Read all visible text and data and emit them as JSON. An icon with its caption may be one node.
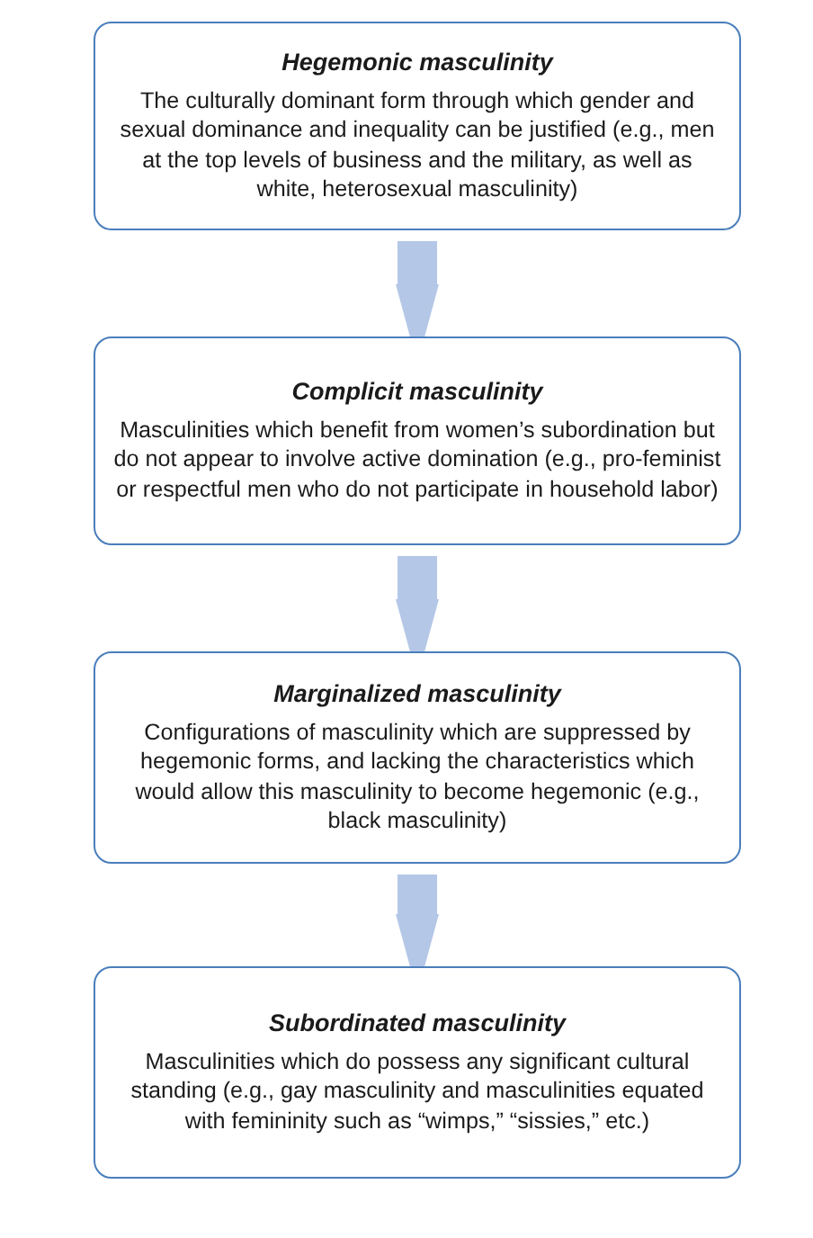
{
  "diagram": {
    "nodes": [
      {
        "text": [
          "Hegemonic masculinity",
          "The culturally dominant form through which gender and sexual dominance and inequality can be justified (e.g., men at the top levels of business and the military, as well as white, heterosexual masculinity)"
        ]
      },
      {
        "text": [
          "Complicit masculinity",
          "Masculinities which benefit from women’s subordination but do not appear to involve active domination  (e.g., pro-feminist or respectful men who do not participate in household labor)"
        ]
      },
      {
        "text": [
          "Marginalized masculinity",
          "Configurations of masculinity which are suppressed by hegemonic forms, and lacking the characteristics which would allow this masculinity to become hegemonic (e.g., black masculinity)"
        ]
      },
      {
        "text": [
          "Subordinated masculinity",
          "Masculinities which do possess any significant cultural standing (e.g., gay masculinity and masculinities equated with femininity such as “wimps,” “sissies,” etc.)"
        ]
      }
    ],
    "edges": [
      {
        "from": 0,
        "to": 1,
        "arrow": "to"
      },
      {
        "from": 1,
        "to": 2,
        "arrow": "to"
      },
      {
        "from": 2,
        "to": 3,
        "arrow": "to"
      }
    ]
  }
}
